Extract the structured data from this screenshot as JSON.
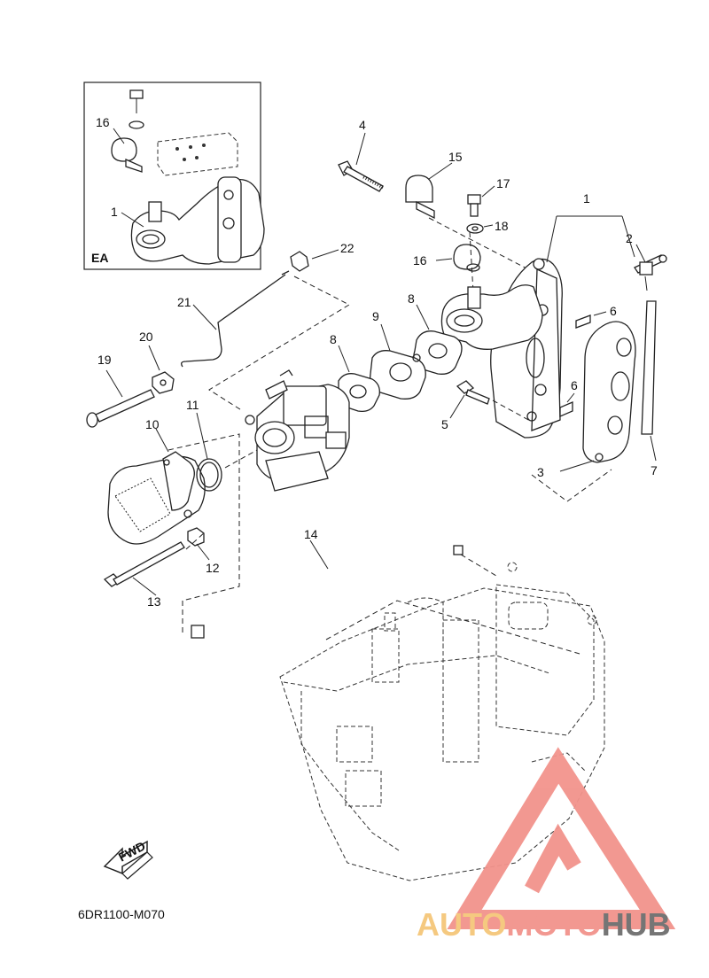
{
  "inset_label": "EA",
  "callouts": {
    "ea_16": "16",
    "ea_1": "1",
    "c1": "1",
    "c2": "2",
    "c3": "3",
    "c4": "4",
    "c5": "5",
    "c6a": "6",
    "c6b": "6",
    "c7": "7",
    "c8a": "8",
    "c8b": "8",
    "c9": "9",
    "c10": "10",
    "c11": "11",
    "c12": "12",
    "c13": "13",
    "c14": "14",
    "c15": "15",
    "c16": "16",
    "c17": "17",
    "c18": "18",
    "c19": "19",
    "c20": "20",
    "c21": "21",
    "c22": "22"
  },
  "fwd_label": "FWD",
  "diagram_code": "6DR1100-M070",
  "watermark": {
    "part1": "AUTO",
    "part2": "MOTO",
    "part3": "HUB",
    "color1": "#f5c77a",
    "color2": "#f2938c",
    "color3": "#6e6e6e",
    "tri_color": "#f2938c"
  }
}
